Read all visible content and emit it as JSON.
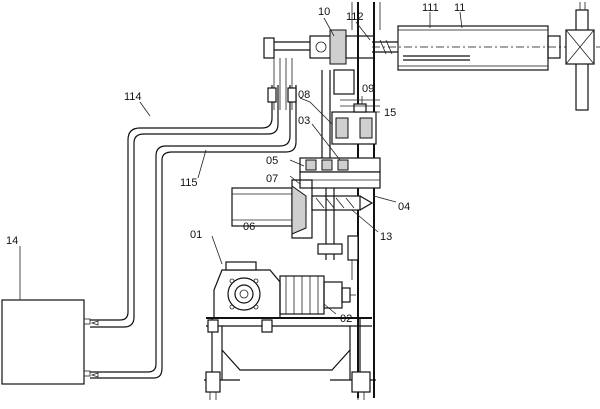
{
  "labels": {
    "l01": "01",
    "l02": "02",
    "l03": "03",
    "l04": "04",
    "l05": "05",
    "l06": "06",
    "l07": "07",
    "l08": "08",
    "l09": "09",
    "l10": "10",
    "l11": "11",
    "l111": "111",
    "l112": "112",
    "l13": "13",
    "l14": "14",
    "l15": "15",
    "l114": "114",
    "l115": "115"
  }
}
